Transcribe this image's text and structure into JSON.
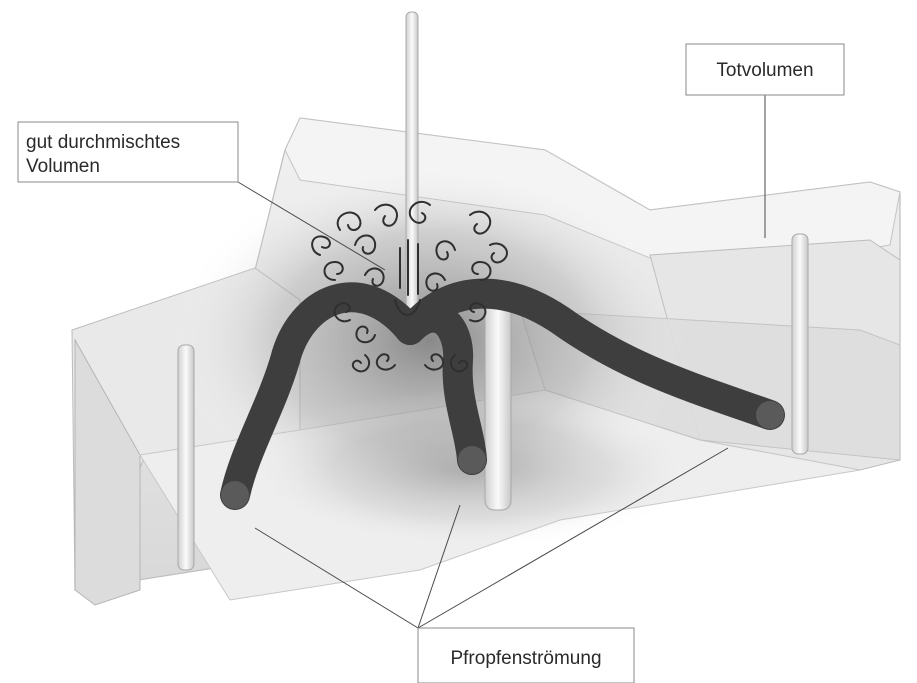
{
  "labels": {
    "mixed_volume": {
      "line1": "gut durchmischtes",
      "line2": "Volumen"
    },
    "dead_volume": "Totvolumen",
    "plug_flow": "Pfropfenströmung"
  },
  "colors": {
    "background": "#ffffff",
    "tank_wall": "#e4e4e4",
    "tank_edge": "#b8b8b8",
    "flow_tube": "#3e3e3e",
    "swirl": "#2f2f2f",
    "shadow": "#7a7a7a"
  }
}
